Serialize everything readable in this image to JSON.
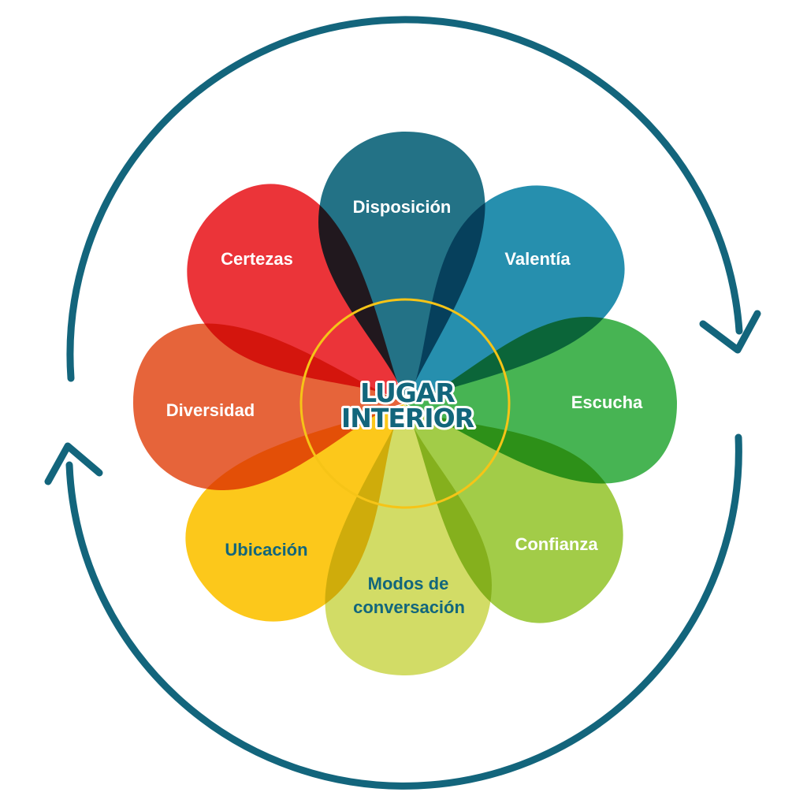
{
  "center": {
    "line1": "LUGAR",
    "line2": "INTERIOR",
    "text_color": "#12667c",
    "outline_color": "#ffffff",
    "ring_color": "#f6c417"
  },
  "cycle_ring": {
    "color": "#13657c",
    "direction": "clockwise"
  },
  "petals": [
    {
      "id": "disposicion",
      "label": "Disposición",
      "color": "#12677d",
      "label_color": "#ffffff"
    },
    {
      "id": "valentia",
      "label": "Valentía",
      "color": "#1686a8",
      "label_color": "#ffffff"
    },
    {
      "id": "escucha",
      "label": "Escucha",
      "color": "#39ae46",
      "label_color": "#ffffff"
    },
    {
      "id": "confianza",
      "label": "Confianza",
      "color": "#9bc83a",
      "label_color": "#ffffff"
    },
    {
      "id": "modos-de-conversacion",
      "label_line1": "Modos de",
      "label_line2": "conversación",
      "color": "#cfd95a",
      "label_color": "#12667c"
    },
    {
      "id": "ubicacion",
      "label": "Ubicación",
      "color": "#fcc40a",
      "label_color": "#12667c"
    },
    {
      "id": "diversidad",
      "label": "Diversidad",
      "color": "#e4582b",
      "label_color": "#ffffff"
    },
    {
      "id": "certezas",
      "label": "Certezas",
      "color": "#e9252a",
      "label_color": "#ffffff"
    }
  ]
}
